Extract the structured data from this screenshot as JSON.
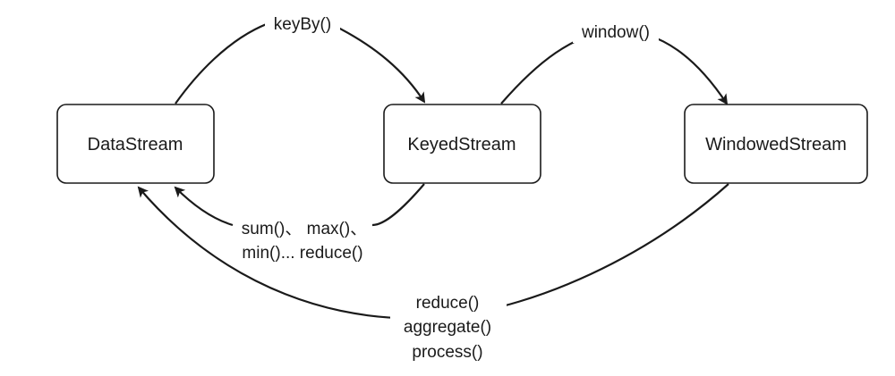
{
  "nodes": {
    "datastream": {
      "label": "DataStream"
    },
    "keyedstream": {
      "label": "KeyedStream"
    },
    "windowedstream": {
      "label": "WindowedStream"
    }
  },
  "edges": {
    "keyby": {
      "label": "keyBy()"
    },
    "window": {
      "label": "window()"
    },
    "keyed_aggregations": {
      "line1": "sum()、 max()、",
      "line2": "min()... reduce()"
    },
    "window_functions": {
      "line1": "reduce()",
      "line2": "aggregate()",
      "line3": "process()"
    }
  },
  "colors": {
    "stroke": "#1a1a1a",
    "background": "#ffffff"
  }
}
